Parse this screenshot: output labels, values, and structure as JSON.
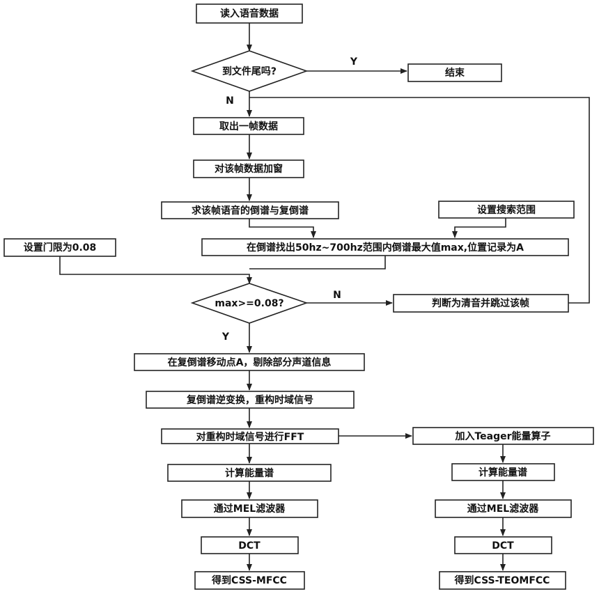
{
  "nodes": {
    "read": "读入语音数据",
    "eof": "到文件尾吗?",
    "end": "结束",
    "take_frame": "取出一帧数据",
    "window": "对该帧数据加窗",
    "cepstrum": "求该帧语音的倒谱与复倒谱",
    "search_range": "设置搜索范围",
    "threshold": "设置门限为0.08",
    "find_max": "在倒谱找出50hz~700hz范围内倒谱最大值max,位置记录为A",
    "check_max": "max>=0.08?",
    "unvoiced": "判断为清音并跳过该帧",
    "move_point": "在复倒谱移动点A，剔除部分声道信息",
    "inverse": "复倒谱逆变换，重构时域信号",
    "fft": "对重构时域信号进行FFT",
    "teager": "加入Teager能量算子",
    "energy_left": "计算能量谱",
    "energy_right": "计算能量谱",
    "mel_left": "通过MEL滤波器",
    "mel_right": "通过MEL滤波器",
    "dct_left": "DCT",
    "dct_right": "DCT",
    "result_left": "得到CSS-MFCC",
    "result_right": "得到CSS-TEOMFCC"
  },
  "edge_labels": {
    "eof_yes": "Y",
    "eof_no": "N",
    "max_no": "N",
    "max_yes": "Y"
  }
}
